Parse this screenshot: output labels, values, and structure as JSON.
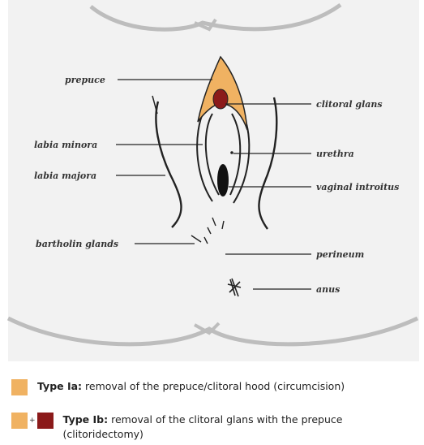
{
  "colors": {
    "prepuce_fill": "#f0b262",
    "glans_fill": "#8b1a1a",
    "background": "#f2f2f2",
    "line": "#222222"
  },
  "labels": {
    "prepuce": "prepuce",
    "clitoral_glans": "clitoral glans",
    "labia_minora": "labia minora",
    "urethra": "urethra",
    "labia_majora": "labia majora",
    "vaginal_introitus": "vaginal introitus",
    "bartholin_glands": "bartholin glands",
    "perineum": "perineum",
    "anus": "anus"
  },
  "legend": [
    {
      "type": "Type Ia:",
      "text": "removal of the prepuce/clitoral hood (circumcision)",
      "swatches": [
        "prepuce"
      ]
    },
    {
      "type": "Type Ib:",
      "text": "removal of the clitoral glans with the prepuce (clitoridectomy)",
      "plus": "+",
      "swatches": [
        "prepuce",
        "glans"
      ]
    }
  ]
}
